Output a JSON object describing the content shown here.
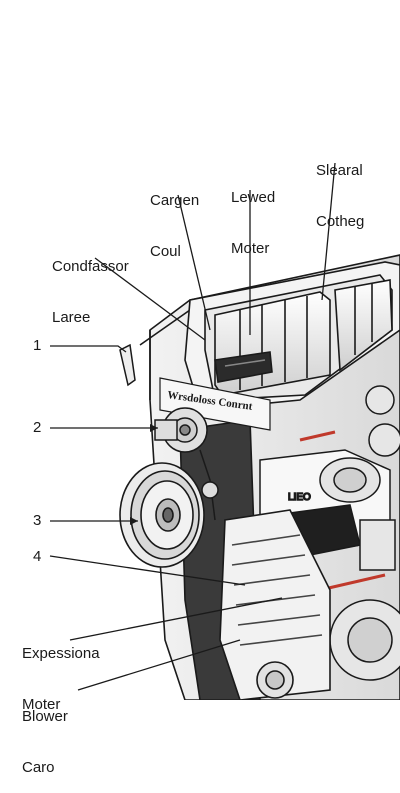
{
  "callouts": {
    "sleeve_coating": {
      "line1": "Slearal",
      "line2": "Cotheg"
    },
    "lewed_motor": {
      "line1": "Lewed",
      "line2": "Moter"
    },
    "cargen_coil": {
      "line1": "Cargen",
      "line2": "Coul"
    },
    "condensor_label": {
      "line1": "Condfassor",
      "line2": "Laree"
    },
    "expansion_motor": {
      "line1": "Expessiona",
      "line2": "Moter"
    },
    "blower_core": {
      "line1": "Blower",
      "line2": "Caro"
    }
  },
  "numbers": [
    "1",
    "2",
    "3",
    "4"
  ],
  "nameplate_text": "Wrsdoloss Conrnt",
  "module_text": "LIEO",
  "colors": {
    "ink": "#1a1a1a",
    "housing": "#e6e6e6",
    "panel": "#3a3a3a",
    "accent": "#c0392b"
  }
}
